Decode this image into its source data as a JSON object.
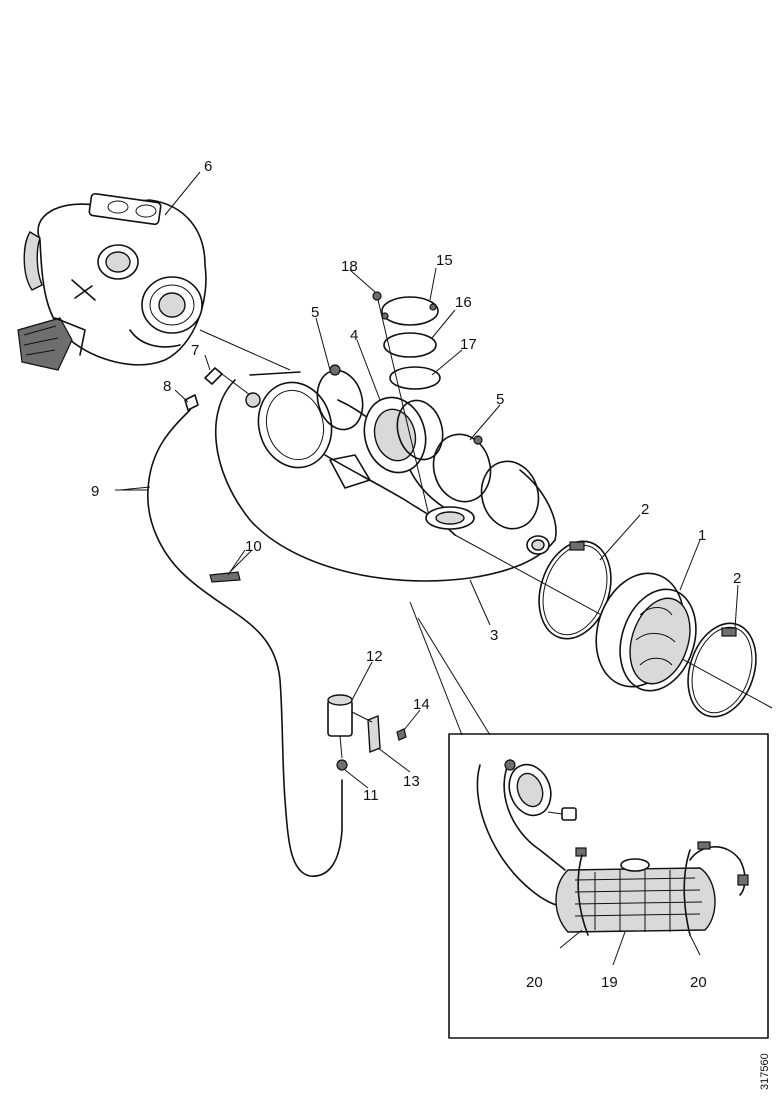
{
  "callouts": {
    "n1": "1",
    "n2a": "2",
    "n2b": "2",
    "n3": "3",
    "n4": "4",
    "n5a": "5",
    "n5b": "5",
    "n6": "6",
    "n7": "7",
    "n8": "8",
    "n9": "9",
    "n10": "10",
    "n11": "11",
    "n12": "12",
    "n13": "13",
    "n14": "14",
    "n15": "15",
    "n16": "16",
    "n17": "17",
    "n18": "18",
    "n19": "19",
    "n20a": "20",
    "n20b": "20"
  },
  "figure_id": "317560"
}
